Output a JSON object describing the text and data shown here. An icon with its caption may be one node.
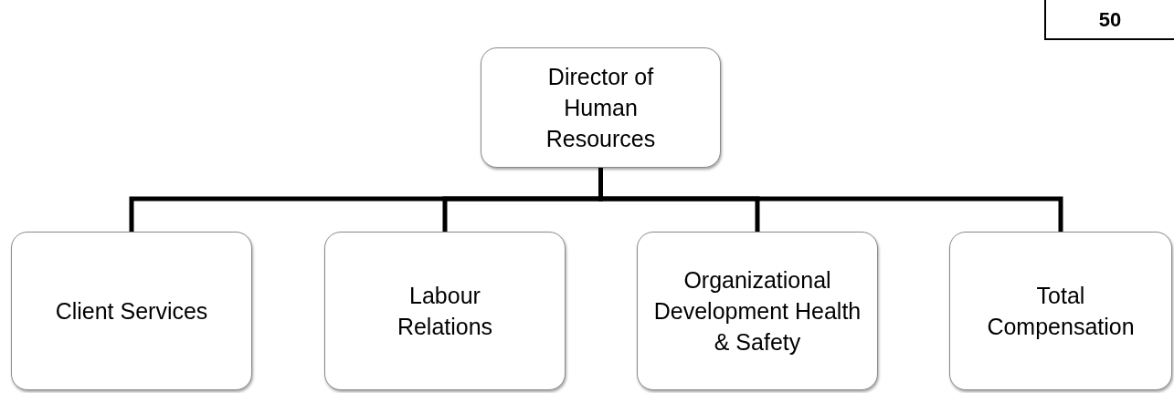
{
  "diagram": {
    "nodes": [
      {
        "text": [
          "Director of Human Resources"
        ]
      },
      {
        "text": [
          "Client Services"
        ]
      },
      {
        "text": [
          "Labour Relations"
        ]
      },
      {
        "text": [
          "Organizational Development Health & Safety"
        ]
      },
      {
        "text": [
          "Total Compensation"
        ]
      }
    ],
    "edges": [
      {
        "from": 0,
        "to": 1,
        "arrow": "none"
      },
      {
        "from": 0,
        "to": 2,
        "arrow": "none"
      },
      {
        "from": 0,
        "to": 3,
        "arrow": "none"
      },
      {
        "from": 0,
        "to": 4,
        "arrow": "none"
      }
    ],
    "labels": [
      "50"
    ]
  }
}
